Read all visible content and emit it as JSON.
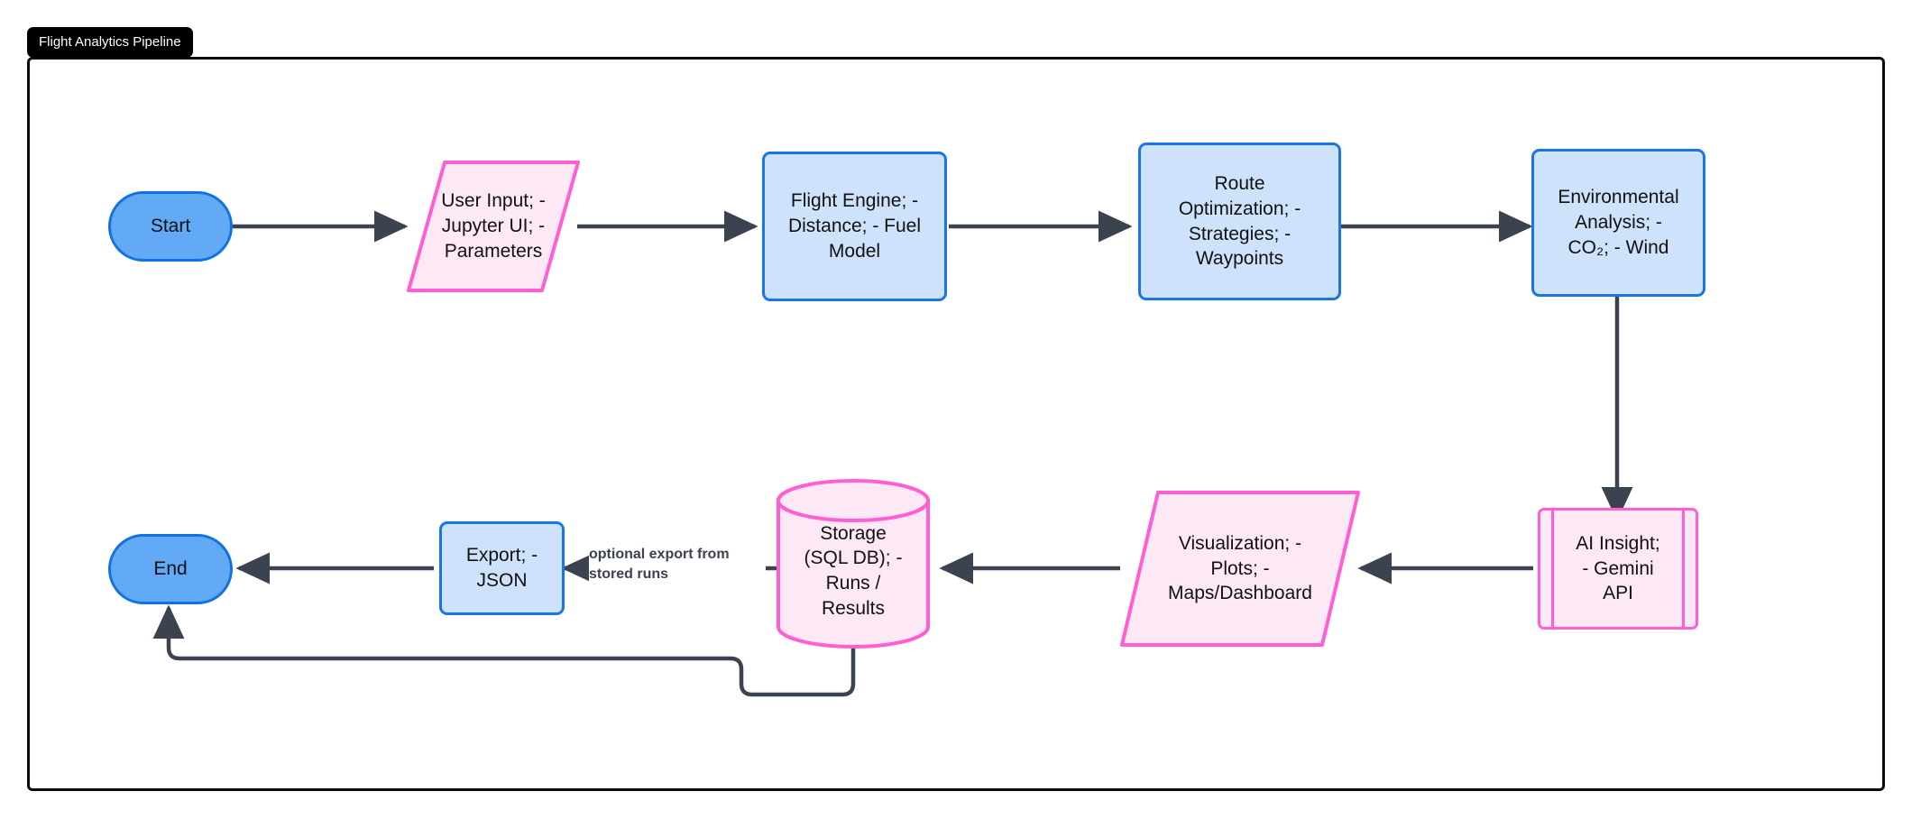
{
  "diagram": {
    "title": "Flight Analytics Pipeline",
    "type": "flowchart",
    "orientation": "left-to-right serpentine",
    "colors": {
      "terminator_fill": "#62a9f6",
      "terminator_stroke": "#1272e0",
      "process_fill": "#cfe2fb",
      "process_stroke": "#1976e8",
      "pink_fill": "#fde8f6",
      "pink_stroke": "#ff5fd2",
      "edge_stroke": "#3b4250",
      "frame_stroke": "#0b0b0b",
      "title_chip_bg": "#000000",
      "canvas_bg": "#ffffff"
    }
  },
  "nodes": {
    "start": {
      "label": "Start",
      "shape": "stadium",
      "style": "terminator"
    },
    "user_input": {
      "label": "User Input; -\nJupyter UI; -\nParameters",
      "shape": "parallelogram",
      "style": "io-pink"
    },
    "flight_engine": {
      "label": "Flight Engine; -\nDistance; - Fuel\nModel",
      "shape": "rounded-rect",
      "style": "process-blue"
    },
    "route_opt": {
      "label": "Route\nOptimization; -\nStrategies; -\nWaypoints",
      "shape": "rounded-rect",
      "style": "process-blue"
    },
    "env_analysis": {
      "label": "Environmental\nAnalysis; -\nCO₂; - Wind",
      "shape": "rounded-rect",
      "style": "process-blue"
    },
    "ai_insight": {
      "label": "AI Insight;\n- Gemini\nAPI",
      "shape": "subroutine",
      "style": "pink"
    },
    "visualization": {
      "label": "Visualization; -\nPlots; -\nMaps/Dashboard",
      "shape": "parallelogram-reverse",
      "style": "io-pink"
    },
    "storage": {
      "label": "Storage\n(SQL DB); -\nRuns /\nResults",
      "shape": "cylinder",
      "style": "pink"
    },
    "export": {
      "label": "Export; -\nJSON",
      "shape": "rounded-rect",
      "style": "process-blue"
    },
    "end": {
      "label": "End",
      "shape": "stadium",
      "style": "terminator"
    }
  },
  "edges": [
    {
      "from": "start",
      "to": "user_input",
      "label": ""
    },
    {
      "from": "user_input",
      "to": "flight_engine",
      "label": ""
    },
    {
      "from": "flight_engine",
      "to": "route_opt",
      "label": ""
    },
    {
      "from": "route_opt",
      "to": "env_analysis",
      "label": ""
    },
    {
      "from": "env_analysis",
      "to": "ai_insight",
      "label": ""
    },
    {
      "from": "ai_insight",
      "to": "visualization",
      "label": ""
    },
    {
      "from": "visualization",
      "to": "storage",
      "label": ""
    },
    {
      "from": "storage",
      "to": "export",
      "label": "optional export from\nstored runs"
    },
    {
      "from": "export",
      "to": "end",
      "label": ""
    },
    {
      "from": "storage",
      "to": "end",
      "label": ""
    }
  ],
  "edge_labels": {
    "storage_to_export": "optional export from\nstored runs"
  }
}
